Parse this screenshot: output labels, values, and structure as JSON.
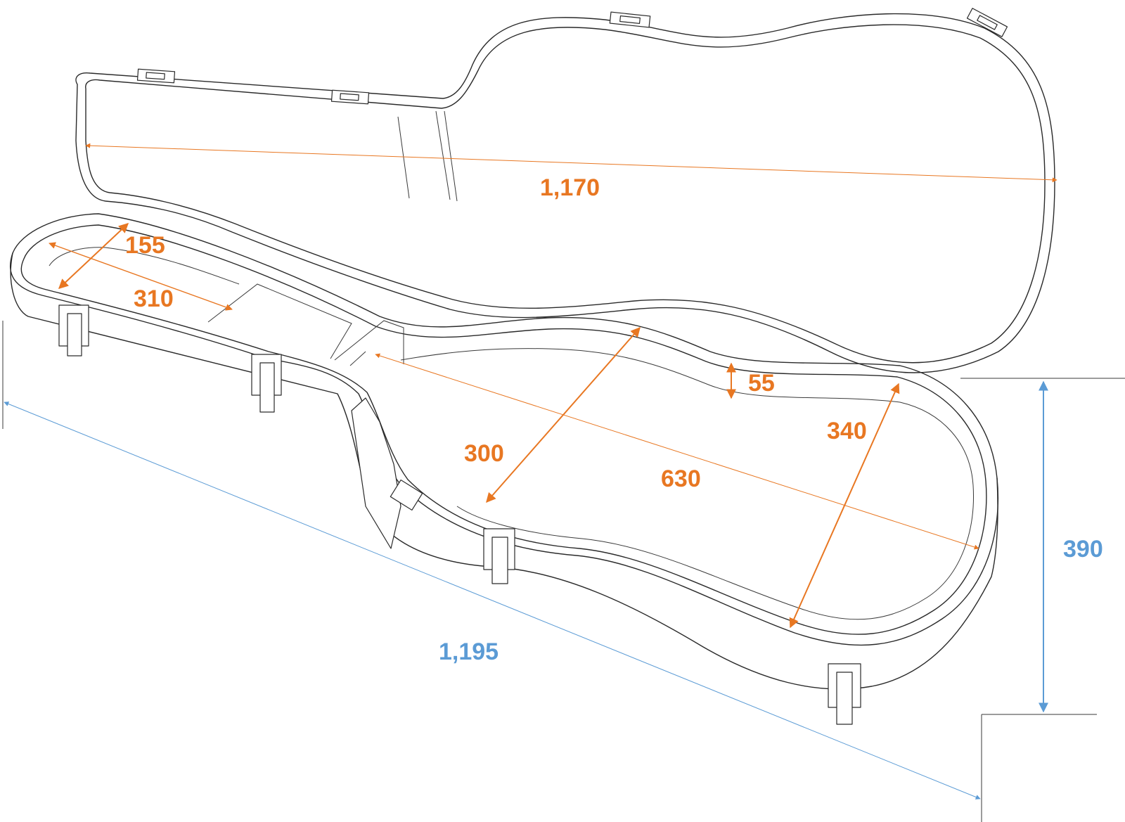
{
  "colors": {
    "interior_dimension": "#E87722",
    "exterior_dimension": "#5B9BD5",
    "outline": "#2A2A2A"
  },
  "dimensions": {
    "lid_length": "1,170",
    "neck_width": "155",
    "neck_length": "310",
    "lower_bout": "300",
    "depth": "55",
    "upper_bout": "340",
    "body_length": "630",
    "height": "390",
    "overall_length": "1,195"
  }
}
